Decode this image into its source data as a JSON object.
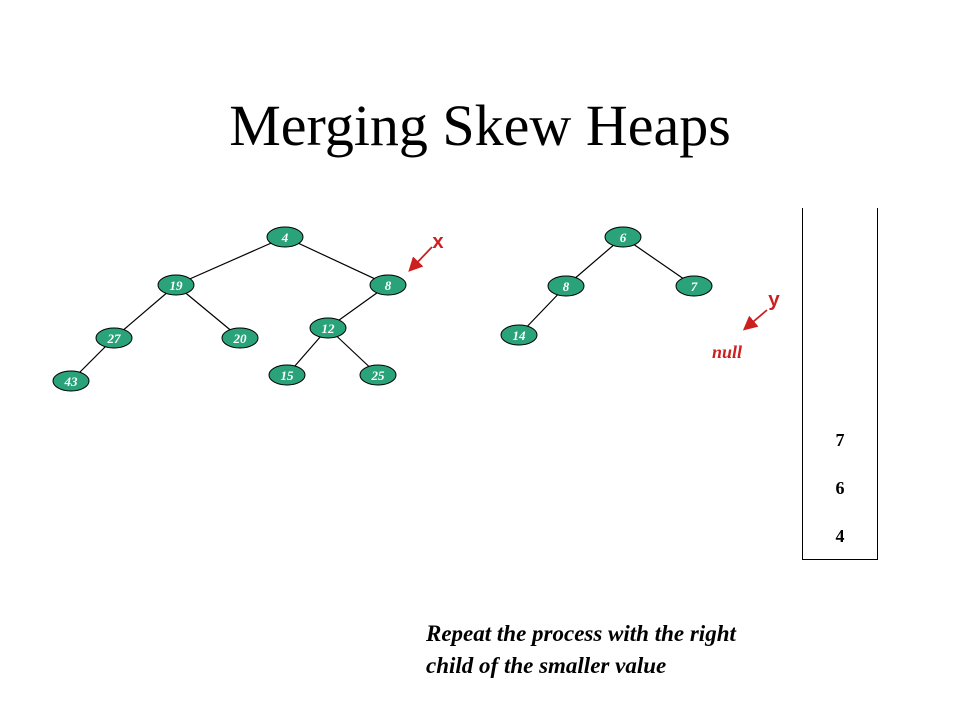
{
  "slide": {
    "title": "Merging Skew Heaps",
    "caption_line1": "Repeat the process with the right",
    "caption_line2": "child of the smaller value"
  },
  "heap_x": {
    "pointer_label": "x",
    "nodes": [
      "4",
      "19",
      "8",
      "27",
      "20",
      "12",
      "43",
      "15",
      "25"
    ]
  },
  "heap_y": {
    "pointer_label": "y",
    "null_label": "null",
    "nodes": [
      "6",
      "8",
      "7",
      "14"
    ]
  },
  "stack": {
    "items": [
      "7",
      "6",
      "4"
    ]
  },
  "colors": {
    "node_fill": "#2aa37a",
    "pointer": "#cc1f1f"
  }
}
